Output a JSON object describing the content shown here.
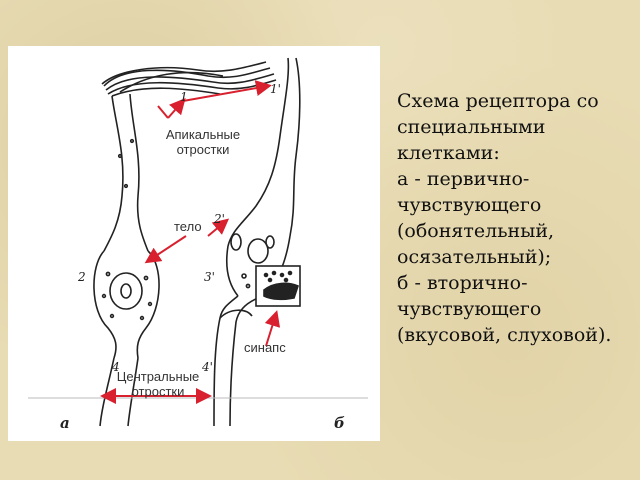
{
  "figure": {
    "labels": {
      "apical": [
        "Апикальные",
        "отростки"
      ],
      "body": "тело",
      "synapse": "синапс",
      "central": [
        "Центральные",
        "отростки"
      ]
    },
    "numbers": {
      "n1": "1",
      "n1p": "1'",
      "n2": "2",
      "n2p": "2'",
      "n3p": "3'",
      "n4": "4",
      "n4p": "4'"
    },
    "panel_letters": {
      "a": "а",
      "b": "б"
    },
    "colors": {
      "arrow": "#d8202e",
      "line": "#222222"
    }
  },
  "caption": [
    "Схема рецептора со",
    "специальными",
    "клетками:",
    "а - первично-",
    "чувствующего",
    "(обонятельный,",
    "осязательный);",
    "б - вторично-",
    "чувствующего",
    "(вкусовой, слуховой)."
  ]
}
